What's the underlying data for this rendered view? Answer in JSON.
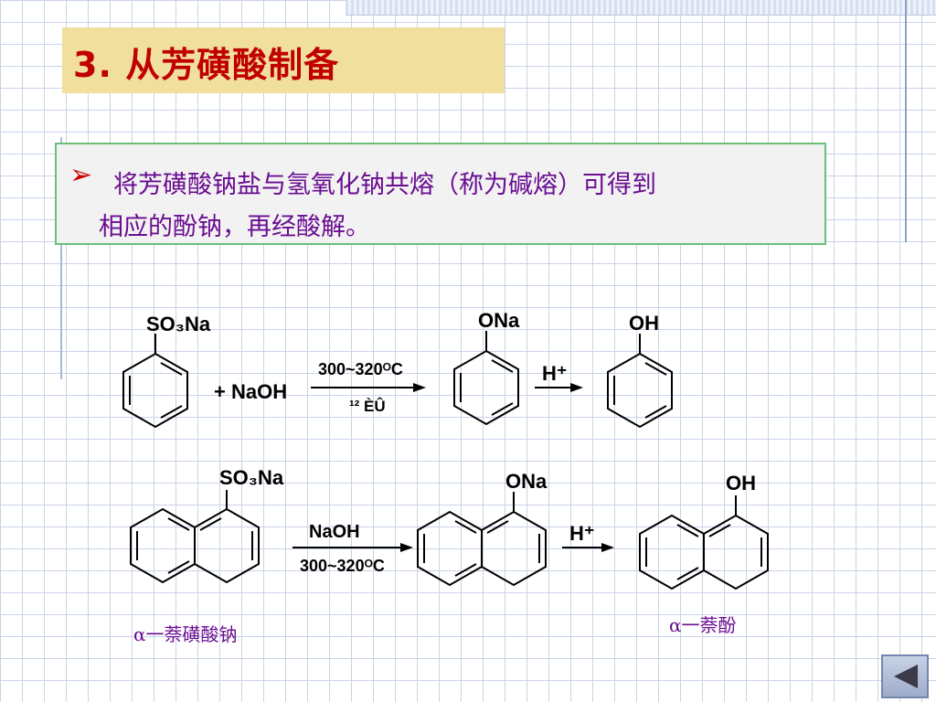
{
  "slide": {
    "title": "3. 从芳磺酸制备",
    "bullet_icon": "arrow-bullet-icon",
    "body_line1": "将芳磺酸钠盐与氢氧化钠共熔（称为碱熔）可得到",
    "body_line2": "相应的酚钠，再经酸解。"
  },
  "reaction1": {
    "reactant_group": "SO₃Na",
    "reagent": "+ NaOH",
    "condition_top": "300~320ᴼC",
    "condition_bottom": "¹² ÈÛ",
    "intermediate_group": "ONa",
    "acid": "H⁺",
    "product_group": "OH"
  },
  "reaction2": {
    "reactant_group": "SO₃Na",
    "reagent": "NaOH",
    "condition": "300~320ᴼC",
    "intermediate_group": "ONa",
    "acid": "H⁺",
    "product_group": "OH",
    "reactant_name": "α一萘磺酸钠",
    "product_name": "α一萘酚"
  },
  "colors": {
    "title": "#c00000",
    "title_bg": "#f1df9e",
    "body_text": "#6a0d91",
    "box_border": "#6bbf79",
    "bullet": "#cc0000"
  },
  "nav": {
    "back_icon": "triangle-left-icon"
  }
}
